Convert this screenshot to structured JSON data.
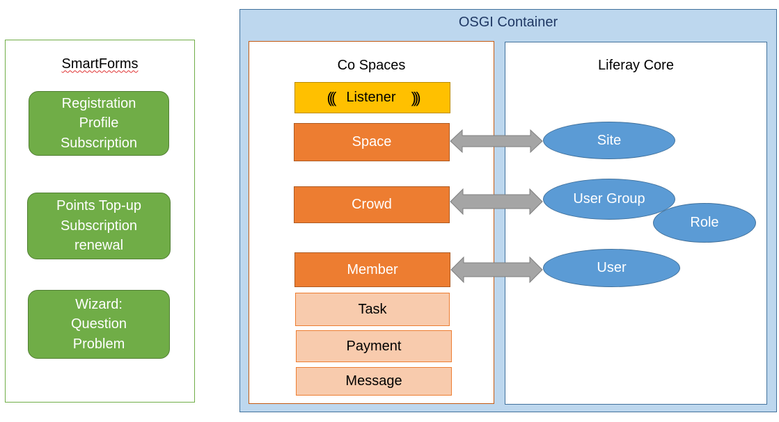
{
  "smartforms": {
    "title": "SmartForms",
    "boxes": [
      {
        "lines": [
          "Registration",
          "Profile",
          "Subscription"
        ]
      },
      {
        "lines": [
          "Points Top-up",
          "Subscription",
          "renewal"
        ]
      },
      {
        "lines": [
          "Wizard:",
          "Question",
          "Problem"
        ]
      }
    ]
  },
  "osgi": {
    "title": "OSGI Container",
    "co_spaces": {
      "title": "Co Spaces",
      "listener": {
        "label": "Listener",
        "left_glyph": "(((",
        "right_glyph": ")))"
      },
      "entities": [
        "Space",
        "Crowd",
        "Member"
      ],
      "sub_entities": [
        "Task",
        "Payment",
        "Message"
      ]
    },
    "liferay": {
      "title": "Liferay Core",
      "entities": [
        "Site",
        "User Group",
        "Role",
        "User"
      ]
    }
  },
  "colors": {
    "green": "#70ad47",
    "container_blue": "#bdd7ee",
    "orange": "#ed7d31",
    "salmon": "#f8cbad",
    "yellow": "#ffc000",
    "ellipse_blue": "#5b9bd5",
    "arrow_gray": "#a5a5a5"
  }
}
